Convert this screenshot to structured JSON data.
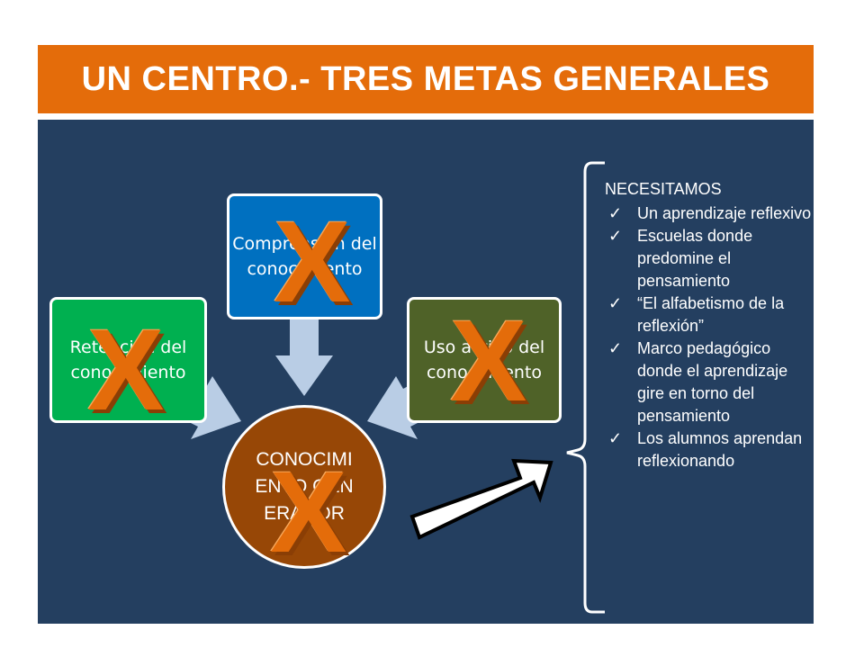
{
  "slide": {
    "title": "UN CENTRO.- TRES METAS GENERALES"
  },
  "diagram": {
    "box_retention": "Retención del conocimiento",
    "box_comprehension": "Comprensión del conocimiento",
    "box_active_use": "Uso activo del conocimiento",
    "center_circle": "CONOCIMIENTO GENERADOR",
    "cross_mark": "X"
  },
  "needs": {
    "header": "NECESITAMOS",
    "items": [
      "Un aprendizaje reflexivo",
      "Escuelas donde predomine el pensamiento",
      "“El alfabetismo de la reflexión”",
      "Marco pedagógico donde el aprendizaje gire en torno del pensamiento",
      "Los alumnos aprendan reflexionando"
    ]
  },
  "colors": {
    "title_bar": "#e46c0a",
    "panel": "#243f60",
    "box_green": "#00b050",
    "box_blue": "#0070c0",
    "box_olive": "#4f6228",
    "circle": "#974706",
    "connector_arrow": "#b9cde5",
    "cross": "#e46c0a"
  },
  "icons": {
    "list_bullet": "check-icon",
    "connector": "arrow-down-icon",
    "pointer": "block-arrow-icon",
    "bracket": "brace-icon"
  }
}
